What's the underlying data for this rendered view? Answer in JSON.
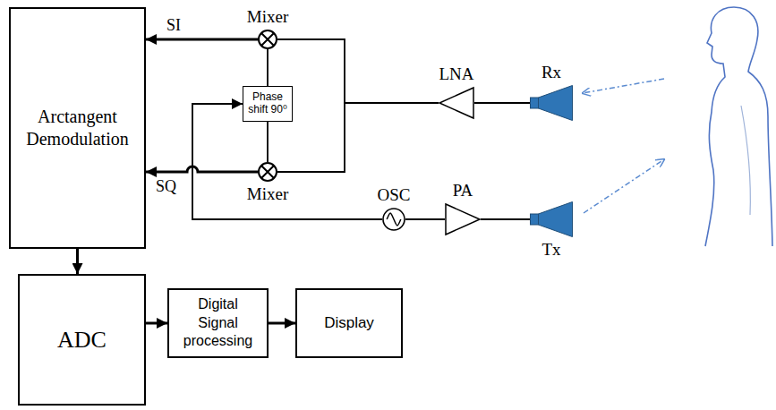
{
  "diagram": {
    "nodes": [
      {
        "text": [
          "Arctangent Demodulation"
        ]
      },
      {
        "text": [
          "ADC"
        ]
      },
      {
        "text": [
          "Digital Signal processing"
        ]
      },
      {
        "text": [
          "Display"
        ]
      },
      {
        "text": [
          "Mixer"
        ]
      },
      {
        "text": [
          "Phase shift 90⁰"
        ]
      },
      {
        "text": [
          "Mixer"
        ]
      },
      {
        "text": [
          "LNA"
        ]
      },
      {
        "text": [
          "Rx"
        ]
      },
      {
        "text": [
          "OSC"
        ]
      },
      {
        "text": [
          "PA"
        ]
      },
      {
        "text": [
          "Tx"
        ]
      }
    ],
    "edges": [
      {
        "from": 8,
        "to": 7,
        "arrow": "none"
      },
      {
        "from": 7,
        "to": 4,
        "arrow": "none"
      },
      {
        "from": 7,
        "to": 6,
        "arrow": "none"
      },
      {
        "from": 4,
        "to": 0,
        "label": "SI",
        "arrow": "to"
      },
      {
        "from": 6,
        "to": 0,
        "label": "SQ",
        "arrow": "to"
      },
      {
        "from": 5,
        "to": 4,
        "arrow": "none"
      },
      {
        "from": 5,
        "to": 6,
        "arrow": "none"
      },
      {
        "from": 9,
        "to": 5,
        "arrow": "to"
      },
      {
        "from": 9,
        "to": 10,
        "arrow": "none"
      },
      {
        "from": 10,
        "to": 11,
        "arrow": "none"
      },
      {
        "from": 0,
        "to": 1,
        "arrow": "to"
      },
      {
        "from": 1,
        "to": 2,
        "arrow": "to"
      },
      {
        "from": 2,
        "to": 3,
        "arrow": "to"
      }
    ]
  }
}
